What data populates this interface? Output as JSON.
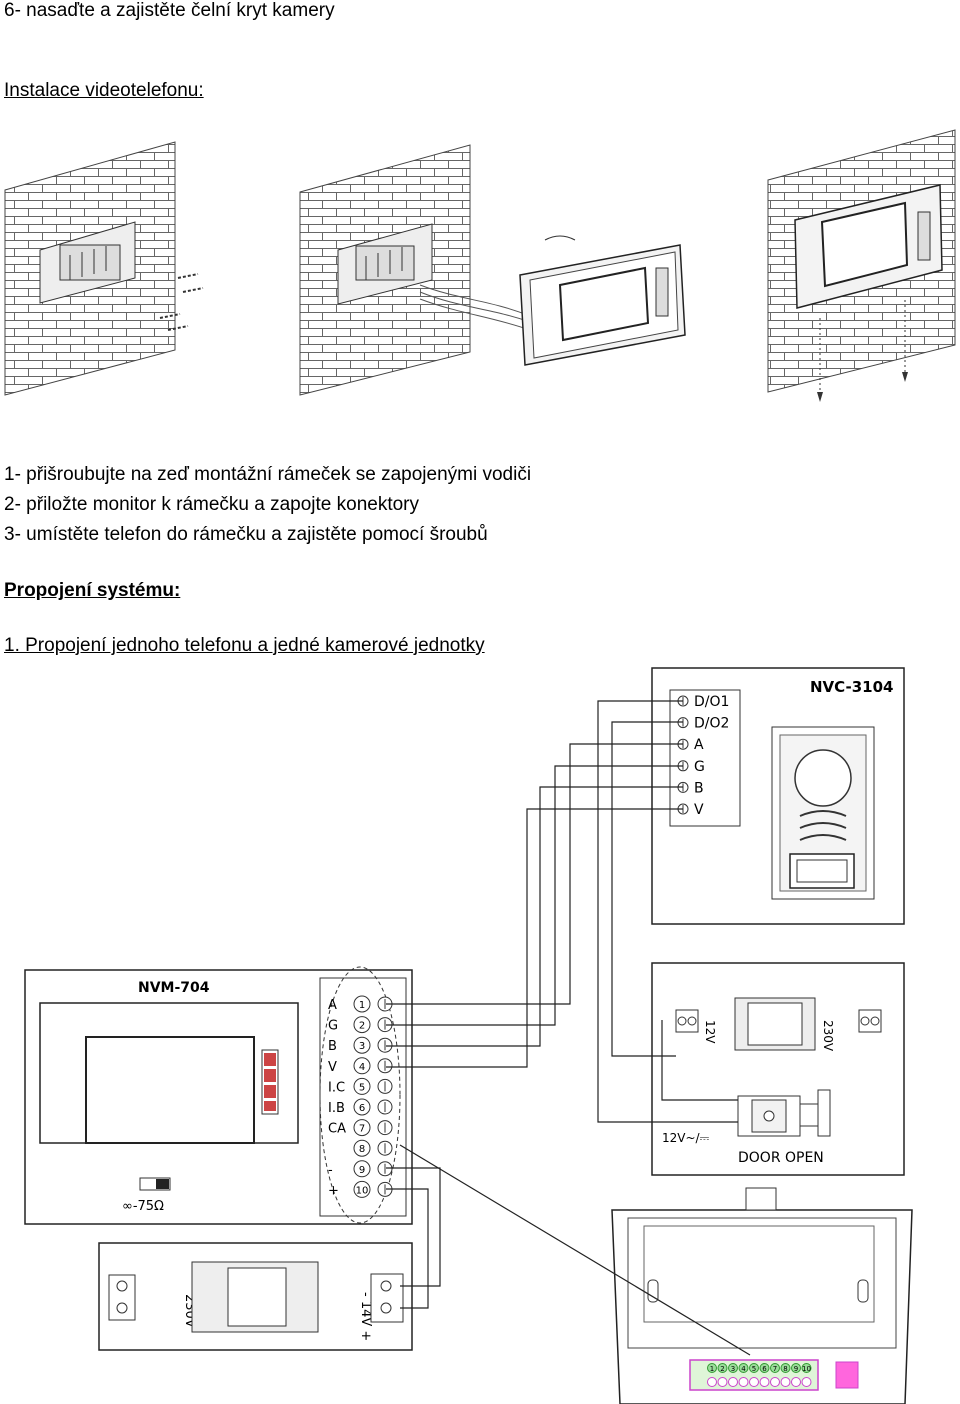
{
  "doc": {
    "line_step6": "6- nasaďte a zajistěte čelní kryt kamery",
    "heading_install": "Instalace videotelefonu:",
    "step1": "1- přišroubujte na zeď montážní rámeček se zapojenými vodiči",
    "step2": "2- přiložte monitor k rámečku a zapojte konektory",
    "step3": "3- umístěte telefon do rámečku a zajistěte pomocí šroubů",
    "heading_connection": "Propojení systému:",
    "subheading_1": "1. Propojení jednoho telefonu a jedné kamerové jednotky"
  },
  "camera": {
    "model": "NVC-3104",
    "terminals": [
      "D/O1",
      "D/O2",
      "A",
      "G",
      "B",
      "V"
    ]
  },
  "monitor": {
    "model": "NVM-704",
    "terminals": [
      {
        "label": "A",
        "num": "1"
      },
      {
        "label": "G",
        "num": "2"
      },
      {
        "label": "B",
        "num": "3"
      },
      {
        "label": "V",
        "num": "4"
      },
      {
        "label": "I.C",
        "num": "5"
      },
      {
        "label": "I.B",
        "num": "6"
      },
      {
        "label": "CA",
        "num": "7"
      },
      {
        "label": "",
        "num": "8"
      },
      {
        "label": "-",
        "num": "9"
      },
      {
        "label": "+",
        "num": "10"
      }
    ],
    "switch_label": "∞-75Ω"
  },
  "psu_camera": {
    "out_label": "12V",
    "in_label": "230V"
  },
  "psu_monitor": {
    "in_label": "230V",
    "out_label": "- 14V +"
  },
  "lock": {
    "voltage_label": "12V~/⎓",
    "caption": "DOOR OPEN"
  },
  "bracket": {
    "pins": [
      "1",
      "2",
      "3",
      "4",
      "5",
      "6",
      "7",
      "8",
      "9",
      "10"
    ]
  }
}
